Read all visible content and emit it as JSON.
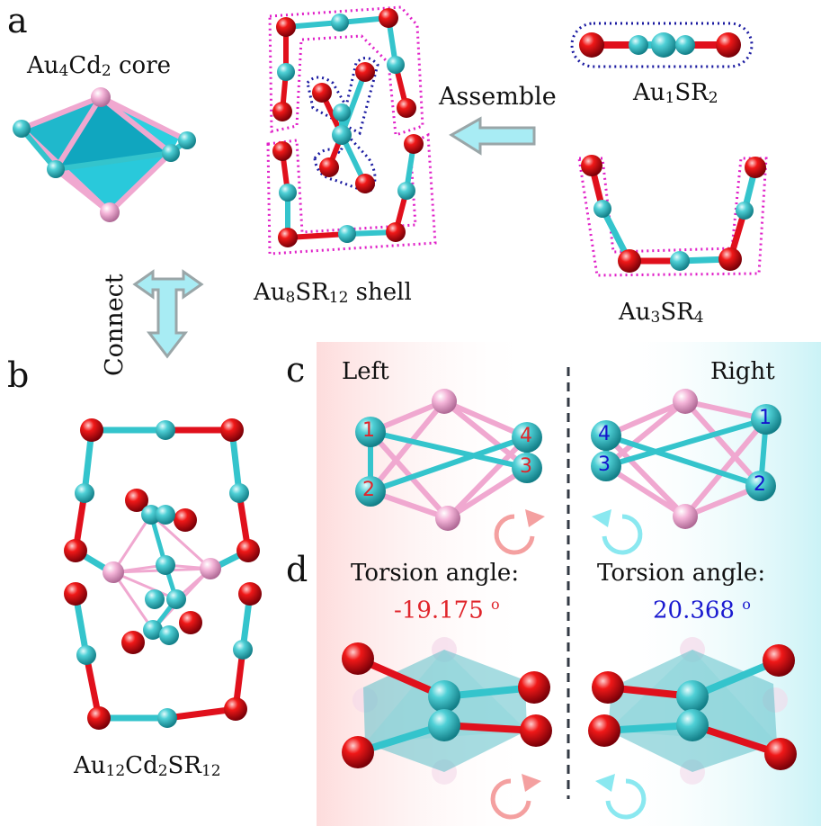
{
  "panels": {
    "a": "a",
    "b": "b",
    "c": "c",
    "d": "d"
  },
  "labels": {
    "core_pre": "Au",
    "core_sub1": "4",
    "core_mid": "Cd",
    "core_sub2": "2",
    "core_post": " core",
    "shell_pre": "Au",
    "shell_sub1": "8",
    "shell_mid": "SR",
    "shell_sub2": "12",
    "shell_post": " shell",
    "m1_pre": "Au",
    "m1_sub1": "1",
    "m1_mid": "SR",
    "m1_sub2": "2",
    "m3_pre": "Au",
    "m3_sub1": "3",
    "m3_mid": "SR",
    "m3_sub2": "4",
    "full_pre": "Au",
    "full_sub1": "12",
    "full_mid": "Cd",
    "full_sub2": "2",
    "full_mid2": "SR",
    "full_sub3": "12",
    "assemble": "Assemble",
    "connect": "Connect",
    "left": "Left",
    "right": "Right",
    "torsion_left_title": "Torsion angle:",
    "torsion_left_value": "-19.175",
    "torsion_right_title": "Torsion angle:",
    "torsion_right_value": "20.368",
    "degree": "o"
  },
  "atom_numbers_left": [
    "1",
    "2",
    "3",
    "4"
  ],
  "atom_numbers_right": [
    "1",
    "2",
    "3",
    "4"
  ],
  "colors": {
    "au": "#34c4cc",
    "s": "#e0101c",
    "cd": "#f0a8d0",
    "arrow": "#a8ecf4",
    "left_glow": "#fde4e4",
    "right_glow": "#d8f6f8",
    "dot_magenta": "#e020c8",
    "dot_blue": "#1a1aa0"
  }
}
